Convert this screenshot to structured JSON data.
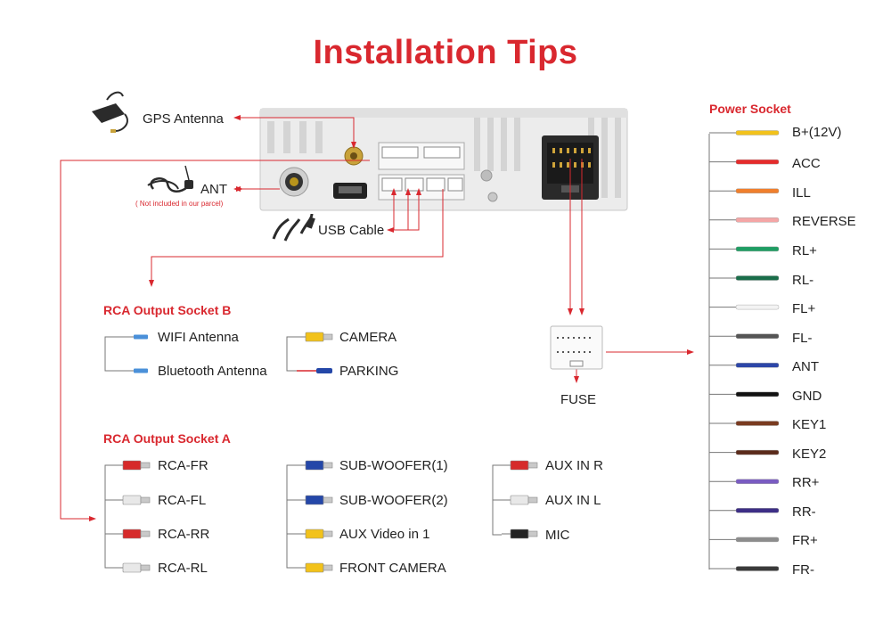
{
  "title": "Installation Tips",
  "colors": {
    "accent": "#d9282f",
    "line": "#d9282f",
    "gray": "#777777"
  },
  "head_unit": {
    "gps_label": "GPS Antenna",
    "ant_label": "ANT",
    "ant_note": "( Not included in our parcel)",
    "usb_label": "USB Cable",
    "fuse_label": "FUSE"
  },
  "rca_b": {
    "title": "RCA Output Socket B",
    "col1": [
      {
        "label": "WIFI Antenna",
        "icon": "blue-antenna-plug-icon"
      },
      {
        "label": "Bluetooth Antenna",
        "icon": "blue-antenna-plug-icon"
      }
    ],
    "col2": [
      {
        "label": "CAMERA",
        "icon": "yellow-rca-plug-icon"
      },
      {
        "label": "PARKING",
        "icon": "blue-wire-icon"
      }
    ]
  },
  "rca_a": {
    "title": "RCA Output Socket A",
    "col1": [
      {
        "label": "RCA-FR",
        "color": "#d62a2a"
      },
      {
        "label": "RCA-FL",
        "color": "#e8e8e8"
      },
      {
        "label": "RCA-RR",
        "color": "#d62a2a"
      },
      {
        "label": "RCA-RL",
        "color": "#e8e8e8"
      }
    ],
    "col2": [
      {
        "label": "SUB-WOOFER(1)",
        "color": "#2447a8"
      },
      {
        "label": "SUB-WOOFER(2)",
        "color": "#2447a8"
      },
      {
        "label": "AUX Video in 1",
        "color": "#f2c21b"
      },
      {
        "label": "FRONT CAMERA",
        "color": "#f2c21b"
      }
    ],
    "col3": [
      {
        "label": "AUX IN R",
        "color": "#d62a2a"
      },
      {
        "label": "AUX IN L",
        "color": "#e8e8e8"
      },
      {
        "label": "MIC",
        "color": "#222222"
      }
    ]
  },
  "power": {
    "title": "Power Socket",
    "wires": [
      {
        "label": "B+(12V)",
        "color": "#f2c21b"
      },
      {
        "label": "ACC",
        "color": "#e52b2b"
      },
      {
        "label": "ILL",
        "color": "#f07f2c"
      },
      {
        "label": "REVERSE",
        "color": "#f4a6a6"
      },
      {
        "label": "RL+",
        "color": "#1e9e63"
      },
      {
        "label": "RL-",
        "color": "#1a6e4a"
      },
      {
        "label": "FL+",
        "color": "#f3f3f3"
      },
      {
        "label": "FL-",
        "color": "#555555"
      },
      {
        "label": "ANT",
        "color": "#2c46a8"
      },
      {
        "label": "GND",
        "color": "#111111"
      },
      {
        "label": "KEY1",
        "color": "#7a3b20"
      },
      {
        "label": "KEY2",
        "color": "#5a2a1a"
      },
      {
        "label": "RR+",
        "color": "#7a5cc2"
      },
      {
        "label": "RR-",
        "color": "#3d2e86"
      },
      {
        "label": "FR+",
        "color": "#8c8c8c"
      },
      {
        "label": "FR-",
        "color": "#3a3a3a"
      }
    ]
  }
}
